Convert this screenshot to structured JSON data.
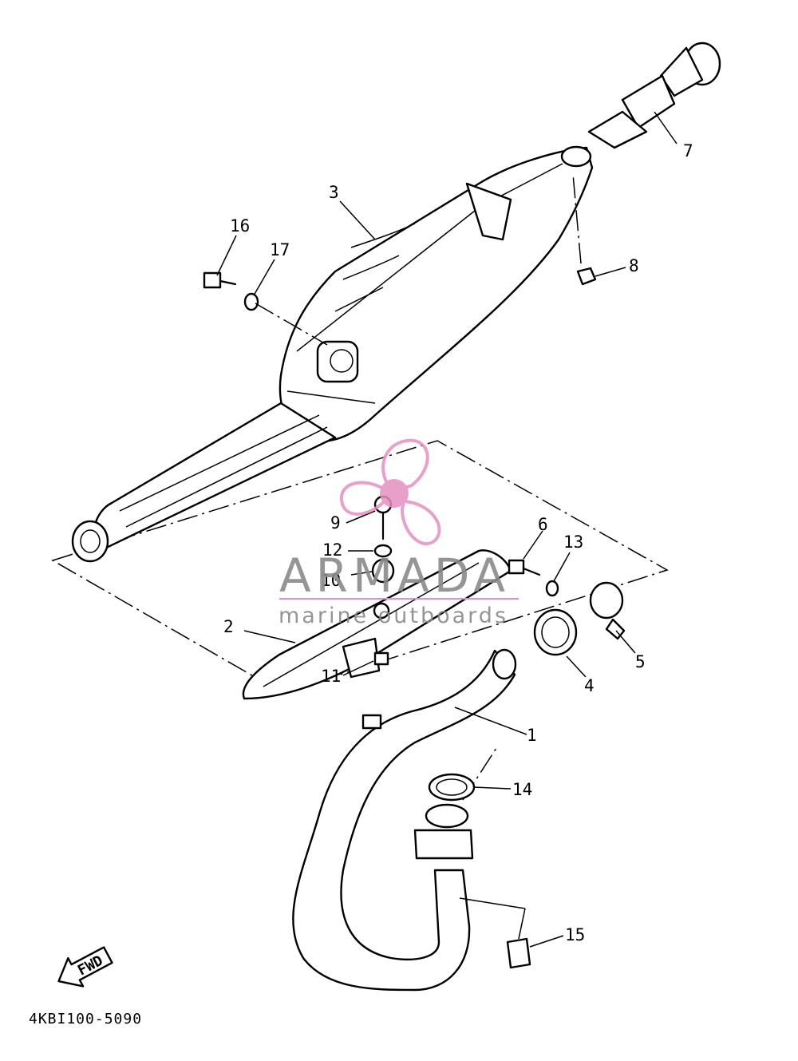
{
  "diagram": {
    "drawing_code": "4KBI100-5090",
    "fwd_label": "FWD",
    "callouts": [
      {
        "id": "1",
        "label": "1"
      },
      {
        "id": "2",
        "label": "2"
      },
      {
        "id": "3",
        "label": "3"
      },
      {
        "id": "4",
        "label": "4"
      },
      {
        "id": "5",
        "label": "5"
      },
      {
        "id": "6",
        "label": "6"
      },
      {
        "id": "7",
        "label": "7"
      },
      {
        "id": "8",
        "label": "8"
      },
      {
        "id": "9",
        "label": "9"
      },
      {
        "id": "10",
        "label": "10"
      },
      {
        "id": "11",
        "label": "11"
      },
      {
        "id": "12",
        "label": "12"
      },
      {
        "id": "13",
        "label": "13"
      },
      {
        "id": "14",
        "label": "14"
      },
      {
        "id": "15",
        "label": "15"
      },
      {
        "id": "16",
        "label": "16"
      },
      {
        "id": "17",
        "label": "17"
      }
    ]
  },
  "watermark": {
    "brand": "ARMADA",
    "tagline": "marine outboards",
    "logo_icon": "propeller-logo-icon",
    "logo_color": "#e58fc0",
    "text_color": "#8a8a8a"
  }
}
